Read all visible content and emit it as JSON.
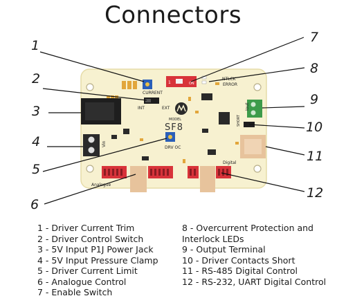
{
  "title": "Connectors",
  "board": {
    "model_label": "MODEL",
    "model_name": "SF8",
    "silk_current": "CURRENT",
    "silk_int": "INT",
    "silk_ext": "EXT",
    "silk_ntlck": "NTLCK",
    "silk_error": "ERROR",
    "silk_iout": "Iout",
    "silk_short": "SHORT",
    "silk_drv_oc": "DRV OC",
    "silk_digital": "Digital",
    "silk_analogue": "Analogue",
    "silk_vin": "Vin",
    "silk_switch_1": "1",
    "silk_switch_on": "ON"
  },
  "callouts": [
    "1",
    "2",
    "3",
    "4",
    "5",
    "6",
    "7",
    "8",
    "9",
    "10",
    "11",
    "12"
  ],
  "legend_left": [
    "1 - Driver Current Trim",
    "2 - Driver Control Switch",
    "3 - 5V Input P1J Power Jack",
    "4 - 5V Input Pressure Clamp",
    "5 - Driver Current Limit",
    "6 - Analogue Control",
    "7 - Enable Switch"
  ],
  "legend_right": [
    "8 - Overcurrent Protection and",
    "Interlock LEDs",
    "9 - Output Terminal",
    "10 - Driver Contacts Short",
    "11 - RS-485 Digital Control",
    "12 - RS-232, UART Digital Control"
  ],
  "colors": {
    "pcb": "#f7f1d0",
    "pcb_edge": "#e6dca8",
    "header_red": "#d8333a",
    "trim_blue": "#2b5fb8",
    "terminal_green": "#3d9b4a",
    "connector_tan": "#e7c39c",
    "jack_black": "#1e1e1e",
    "gold": "#e2a63a"
  }
}
